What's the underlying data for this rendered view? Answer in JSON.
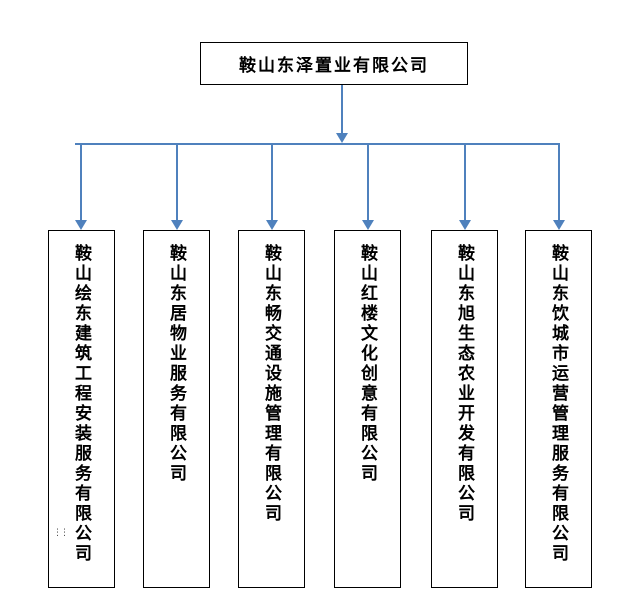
{
  "org_chart": {
    "connector_color": "#4F81BD",
    "box_border_color": "#000000",
    "text_color": "#000000",
    "root": {
      "label": "鞍山东泽置业有限公司"
    },
    "children": [
      {
        "label": "鞍山绘东建筑工程安装服务有限公司"
      },
      {
        "label": "鞍山东居物业服务有限公司"
      },
      {
        "label": "鞍山东畅交通设施管理有限公司"
      },
      {
        "label": "鞍山红楼文化创意有限公司"
      },
      {
        "label": "鞍山东旭生态农业开发有限公司"
      },
      {
        "label": "鞍山东饮城市运营管理服务有限公司"
      }
    ],
    "artifact_glyph": "⋮⋮"
  }
}
